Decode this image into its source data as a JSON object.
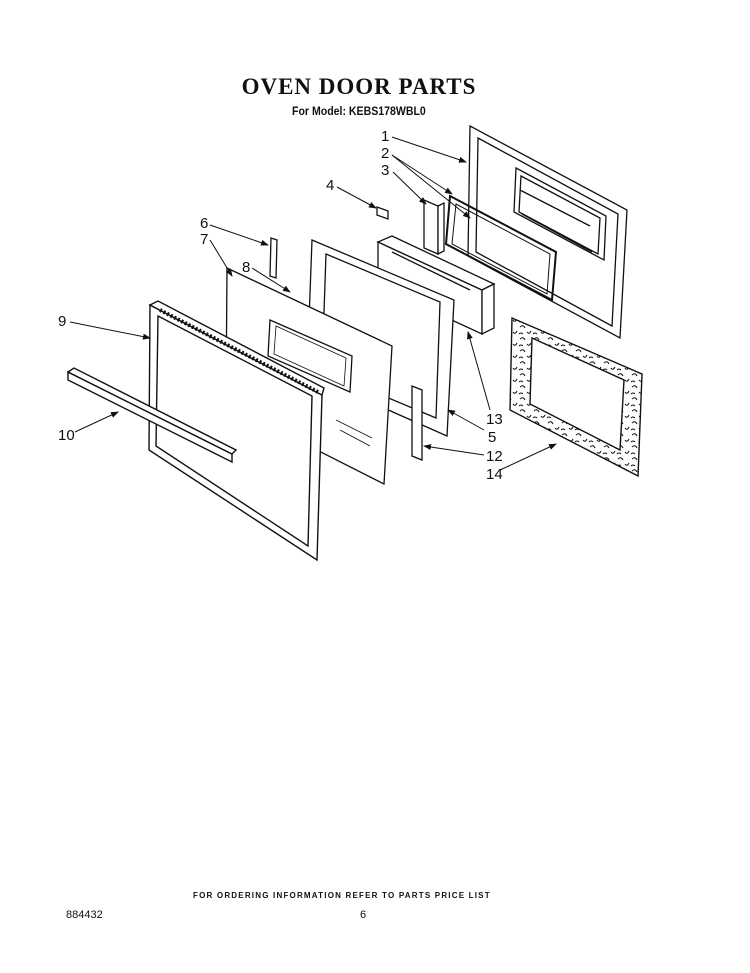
{
  "header": {
    "title": "OVEN DOOR PARTS",
    "model": "For Model: KEBS178WBL0"
  },
  "callouts": [
    "1",
    "2",
    "3",
    "4",
    "6",
    "7",
    "8",
    "9",
    "10",
    "13",
    "5",
    "12",
    "14"
  ],
  "footer": {
    "note": "FOR ORDERING INFORMATION REFER TO PARTS PRICE LIST",
    "doc_number": "884432",
    "page_number": "6"
  },
  "colors": {
    "ink": "#111111",
    "paper": "#ffffff"
  }
}
